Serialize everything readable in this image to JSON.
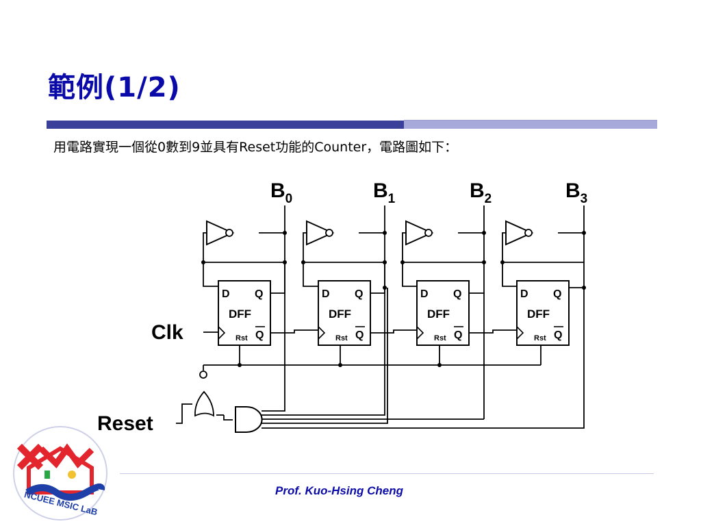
{
  "slide": {
    "title": "範例(1/2)",
    "subtitle": "用電路實現一個從0數到9並具有Reset功能的Counter，電路圖如下：",
    "footer": "Prof. Kuo-Hsing Cheng"
  },
  "circuit": {
    "outputs": [
      {
        "name": "B",
        "sub": "0"
      },
      {
        "name": "B",
        "sub": "1"
      },
      {
        "name": "B",
        "sub": "2"
      },
      {
        "name": "B",
        "sub": "3"
      }
    ],
    "clock_label": "Clk",
    "reset_label": "Reset",
    "dff": {
      "d": "D",
      "q": "Q",
      "name": "DFF",
      "rst": "Rst",
      "qbar": "Q"
    }
  },
  "logo": {
    "text": "NCUEE MSIC LaB"
  },
  "colors": {
    "title": "#0A0AA8",
    "bar_dark": "#3A3F9A",
    "bar_light": "#A6A9DA",
    "logo_red": "#E3262D",
    "logo_blue": "#1E3FA8"
  }
}
